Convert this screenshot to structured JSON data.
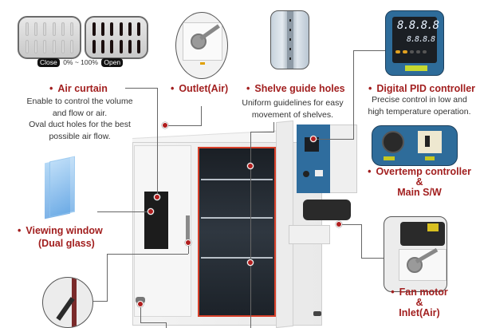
{
  "air_curtain": {
    "close_label": "Close",
    "range_label": "0% ~ 100%",
    "open_label": "Open",
    "title": "Air curtain",
    "description": [
      "Enable to control the volume",
      "and flow or air.",
      "Oval duct holes for the best",
      "possible air flow."
    ]
  },
  "outlet": {
    "title": "Outlet(Air)"
  },
  "shelve_guide": {
    "title": "Shelve guide holes",
    "description": [
      "Uniform guidelines for easy",
      "movement of shelves."
    ]
  },
  "pid_controller": {
    "title": "Digital PID controller",
    "description": [
      "Precise control in low and",
      "high temperature operation."
    ],
    "display_top": "8.8.8.8",
    "display_bottom": "8.8.8.8"
  },
  "overtemp": {
    "title_lines": [
      "Overtemp controller",
      "&",
      "Main S/W"
    ]
  },
  "viewing_window": {
    "title_lines": [
      "Viewing window",
      "(Dual glass)"
    ]
  },
  "fan_motor": {
    "title_lines": [
      "Fan motor",
      "&",
      "Inlet(Air)"
    ]
  },
  "bullet": "•",
  "colors": {
    "accent_red": "#a21f1f",
    "panel_blue": "#2f6d9e",
    "line_gray": "#666666"
  }
}
